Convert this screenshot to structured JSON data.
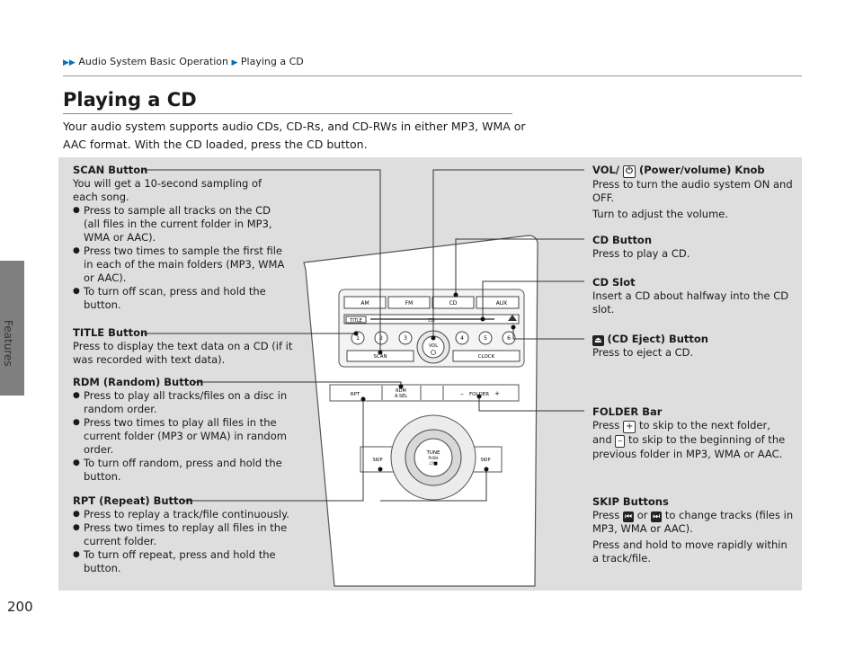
{
  "page": {
    "number": "200",
    "section": "Features",
    "breadcrumb": {
      "parent": "Audio System Basic Operation",
      "current": "Playing a CD"
    },
    "title": "Playing a CD",
    "intro": "Your audio system supports audio CDs, CD-Rs, and CD-RWs in either MP3, WMA or AAC format. With the CD loaded, press the CD button."
  },
  "left": {
    "scan": {
      "title": "SCAN Button",
      "desc": "You will get a 10-second sampling of each song.",
      "bullets": [
        "Press to sample all tracks on the CD (all files in the current folder in MP3, WMA or AAC).",
        "Press two times to sample the first file in each of the main folders (MP3, WMA or AAC).",
        "To turn off scan, press and hold the button."
      ]
    },
    "title_btn": {
      "title": "TITLE Button",
      "desc": "Press to display the text data on a CD (if it was recorded with text data)."
    },
    "rdm": {
      "title": "RDM (Random) Button",
      "bullets": [
        "Press to play all tracks/files on a disc in random order.",
        "Press two times to play all files in the current folder (MP3 or WMA) in random order.",
        "To turn off random, press and hold the button."
      ]
    },
    "rpt": {
      "title": "RPT (Repeat) Button",
      "bullets": [
        "Press to replay a track/file continuously.",
        "Press two times to replay all files in the current folder.",
        "To turn off repeat, press and hold the button."
      ]
    }
  },
  "right": {
    "vol": {
      "title_pre": "VOL/",
      "title_post": "(Power/volume) Knob",
      "p1": "Press to turn the audio system ON and OFF.",
      "p2": "Turn to adjust the volume."
    },
    "cd": {
      "title": "CD Button",
      "desc": "Press to play a CD."
    },
    "slot": {
      "title": "CD Slot",
      "desc": "Insert a CD about halfway into the CD slot."
    },
    "eject": {
      "title": "(CD Eject) Button",
      "desc": "Press to eject a CD."
    },
    "folder": {
      "title": "FOLDER Bar",
      "l1a": "Press",
      "plus": "+",
      "l1b": "to skip to the next folder,",
      "l2a": "and",
      "minus": "–",
      "l2b": "to skip to the beginning of the previous folder in MP3, WMA or AAC."
    },
    "skip": {
      "title": "SKIP Buttons",
      "l1a": "Press",
      "or": "or",
      "l1b": "to change tracks (files in MP3, WMA or AAC).",
      "p2": "Press and hold to move rapidly within a track/file."
    }
  },
  "unit": {
    "buttons_top": [
      "AM",
      "FM",
      "CD",
      "AUX"
    ],
    "title_key": "TITLE",
    "presets": [
      "1",
      "2",
      "3",
      "4",
      "5",
      "6"
    ],
    "vol_label": "VOL",
    "scan_key": "SCAN",
    "clock_key": "CLOCK",
    "rpt_key": "RPT",
    "rdm_key_1": "RDM",
    "rdm_key_2": "A.SEL",
    "folder_key": "FOLDER",
    "folder_minus": "–",
    "folder_plus": "+",
    "skip_back": "SKIP",
    "skip_fwd": "SKIP",
    "tune_1": "TUNE",
    "tune_2": "PUSH",
    "tune_3": "♪/■"
  },
  "colors": {
    "panel": "#dedede",
    "accent": "#0c6fb3",
    "tab": "#7f7f7f"
  }
}
